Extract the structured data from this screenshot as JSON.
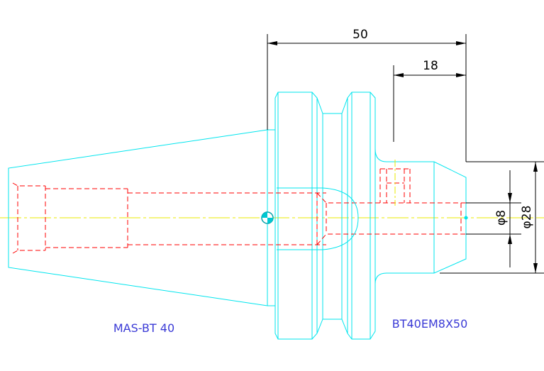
{
  "colors": {
    "outline": "#00e5ee",
    "hidden": "#ff0000",
    "centerline": "#e8e800",
    "dimension": "#000000",
    "label": "#3a3ad6",
    "background": "#ffffff"
  },
  "dimensions": {
    "overall_length": "50",
    "nose_length": "18",
    "bore_diameter": "φ8",
    "nose_diameter": "φ28"
  },
  "labels": {
    "left": "MAS-BT 40",
    "right": "BT40EM8X50"
  }
}
